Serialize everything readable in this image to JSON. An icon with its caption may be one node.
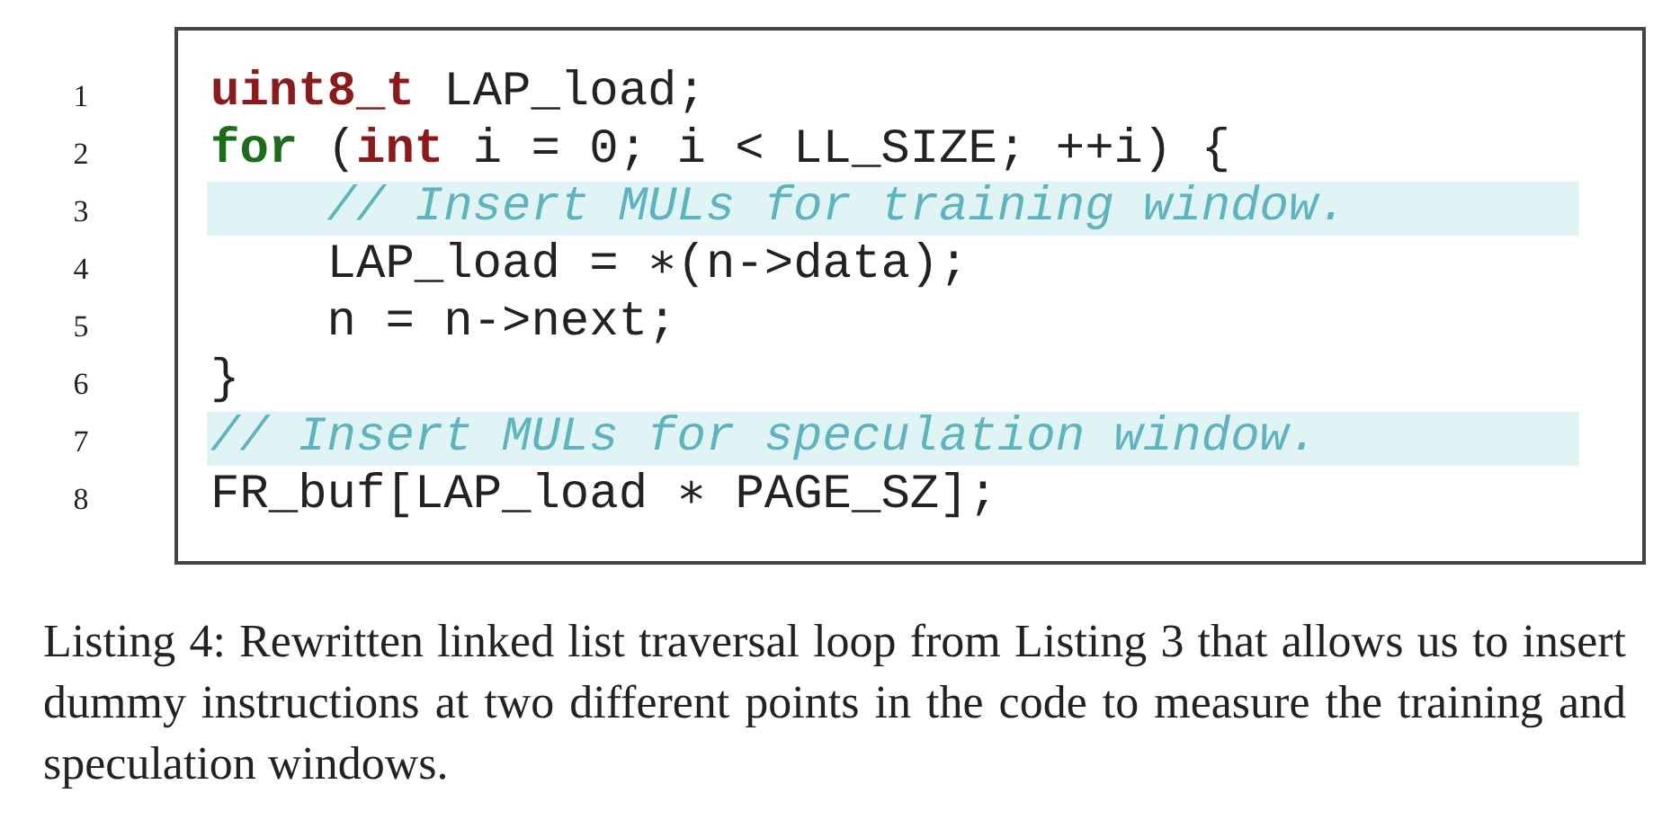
{
  "diagram": {
    "caption": "Listing 4: Rewritten linked list traversal loop from Listing 3 that allows us to insert dummy instructions at two different points in the code to measure the training and speculation windows.",
    "labels": [
      "1",
      "**uint8_t** LAP_load;",
      "2",
      "**for** (**int** i = 0; i < LL_SIZE; ++i) {",
      "3",
      "// Insert MULs for training window.",
      "4",
      "LAP_load = ∗(n->data);",
      "5",
      "n = n->next;",
      "6",
      "}",
      "7",
      "// Insert MULs for speculation window.",
      "8",
      "FR_buf[LAP_load ∗ PAGE_SZ];"
    ]
  }
}
